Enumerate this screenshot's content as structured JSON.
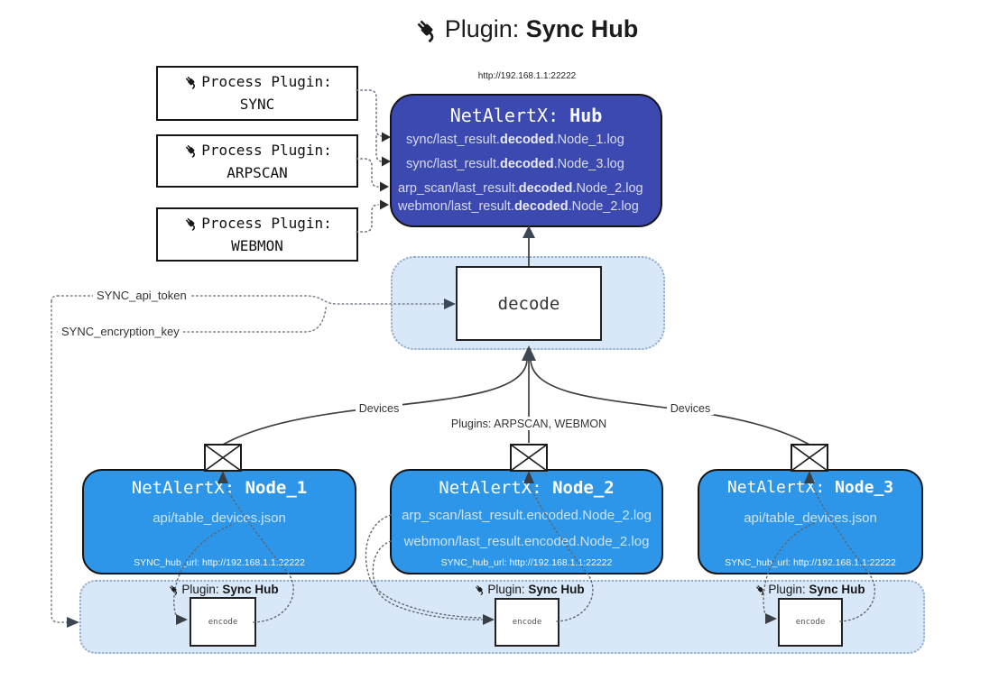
{
  "title": {
    "plugin_prefix": "Plugin: ",
    "plugin_bold": "Sync Hub"
  },
  "hub": {
    "url": "http://192.168.1.1:22222",
    "name_prefix": "NetAlertX: ",
    "name_bold": "Hub",
    "logs": [
      {
        "pre": "sync/last_result.",
        "bold": "decoded",
        "post": ".Node_1.log"
      },
      {
        "pre": "sync/last_result.",
        "bold": "decoded",
        "post": ".Node_3.log"
      },
      {
        "pre": "arp_scan/last_result.",
        "bold": "decoded",
        "post": ".Node_2.log"
      },
      {
        "pre": "webmon/last_result.",
        "bold": "decoded",
        "post": ".Node_2.log"
      }
    ]
  },
  "process_plugins": [
    {
      "label": "Process Plugin:",
      "name": "SYNC"
    },
    {
      "label": "Process Plugin:",
      "name": "ARPSCAN"
    },
    {
      "label": "Process Plugin:",
      "name": "WEBMON"
    }
  ],
  "settings": {
    "api_token": "SYNC_api_token",
    "encryption_key": "SYNC_encryption_key"
  },
  "decode_box": {
    "label": "decode"
  },
  "edge_labels": {
    "devices_left": "Devices",
    "plugins_center": "Plugins: ARPSCAN, WEBMON",
    "devices_right": "Devices"
  },
  "nodes": [
    {
      "name_prefix": "NetAlertX: ",
      "name_bold": "Node_1",
      "lines": [
        "api/table_devices.json"
      ],
      "hub_url": "SYNC_hub_url: http://192.168.1.1:22222"
    },
    {
      "name_prefix": "NetAlertX: ",
      "name_bold": "Node_2",
      "lines": [
        "arp_scan/last_result.encoded.Node_2.log",
        "webmon/last_result.encoded.Node_2.log"
      ],
      "hub_url": "SYNC_hub_url: http://192.168.1.1:22222"
    },
    {
      "name_prefix": "NetAlertX: ",
      "name_bold": "Node_3",
      "lines": [
        "api/table_devices.json"
      ],
      "hub_url": "SYNC_hub_url: http://192.168.1.1:22222"
    }
  ],
  "sync_band": {
    "label_prefix": "Plugin: ",
    "label_bold": "Sync Hub",
    "encode_label": "encode"
  },
  "colors": {
    "hub_bg": "#3c49b0",
    "node_bg": "#2d96e8",
    "panel_bg": "#d9e8f9"
  }
}
